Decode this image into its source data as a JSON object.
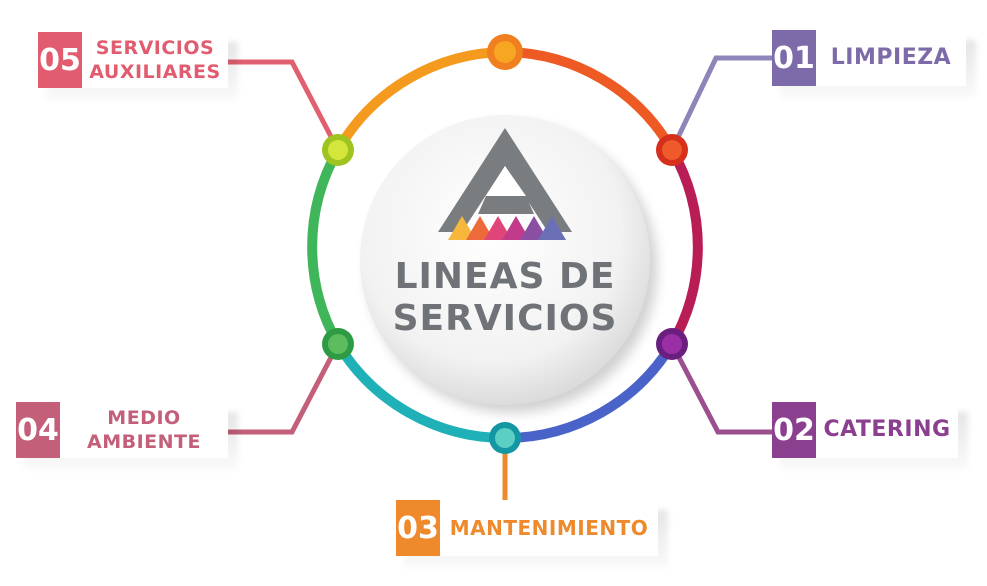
{
  "center": {
    "title_line1": "LINEAS DE",
    "title_line2": "SERVICIOS"
  },
  "logo": {
    "icon": "triangle-logo-icon"
  },
  "services": [
    {
      "number": "01",
      "label": "LIMPIEZA",
      "color": "#7d6aa8"
    },
    {
      "number": "02",
      "label": "CATERING",
      "color": "#8b3f8f"
    },
    {
      "number": "03",
      "label": "MANTENIMIENTO",
      "color": "#ef8a2c"
    },
    {
      "number": "04",
      "label_line1": "MEDIO",
      "label_line2": "AMBIENTE",
      "color": "#c35f79"
    },
    {
      "number": "05",
      "label_line1": "SERVICIOS",
      "label_line2": "AUXILIARES",
      "color": "#e05c6e"
    }
  ],
  "ring_colors": [
    "#f4a225",
    "#e8412d",
    "#c2185b",
    "#8e24aa",
    "#3f51b5",
    "#26a8d6",
    "#43b36a",
    "#b5d334"
  ]
}
